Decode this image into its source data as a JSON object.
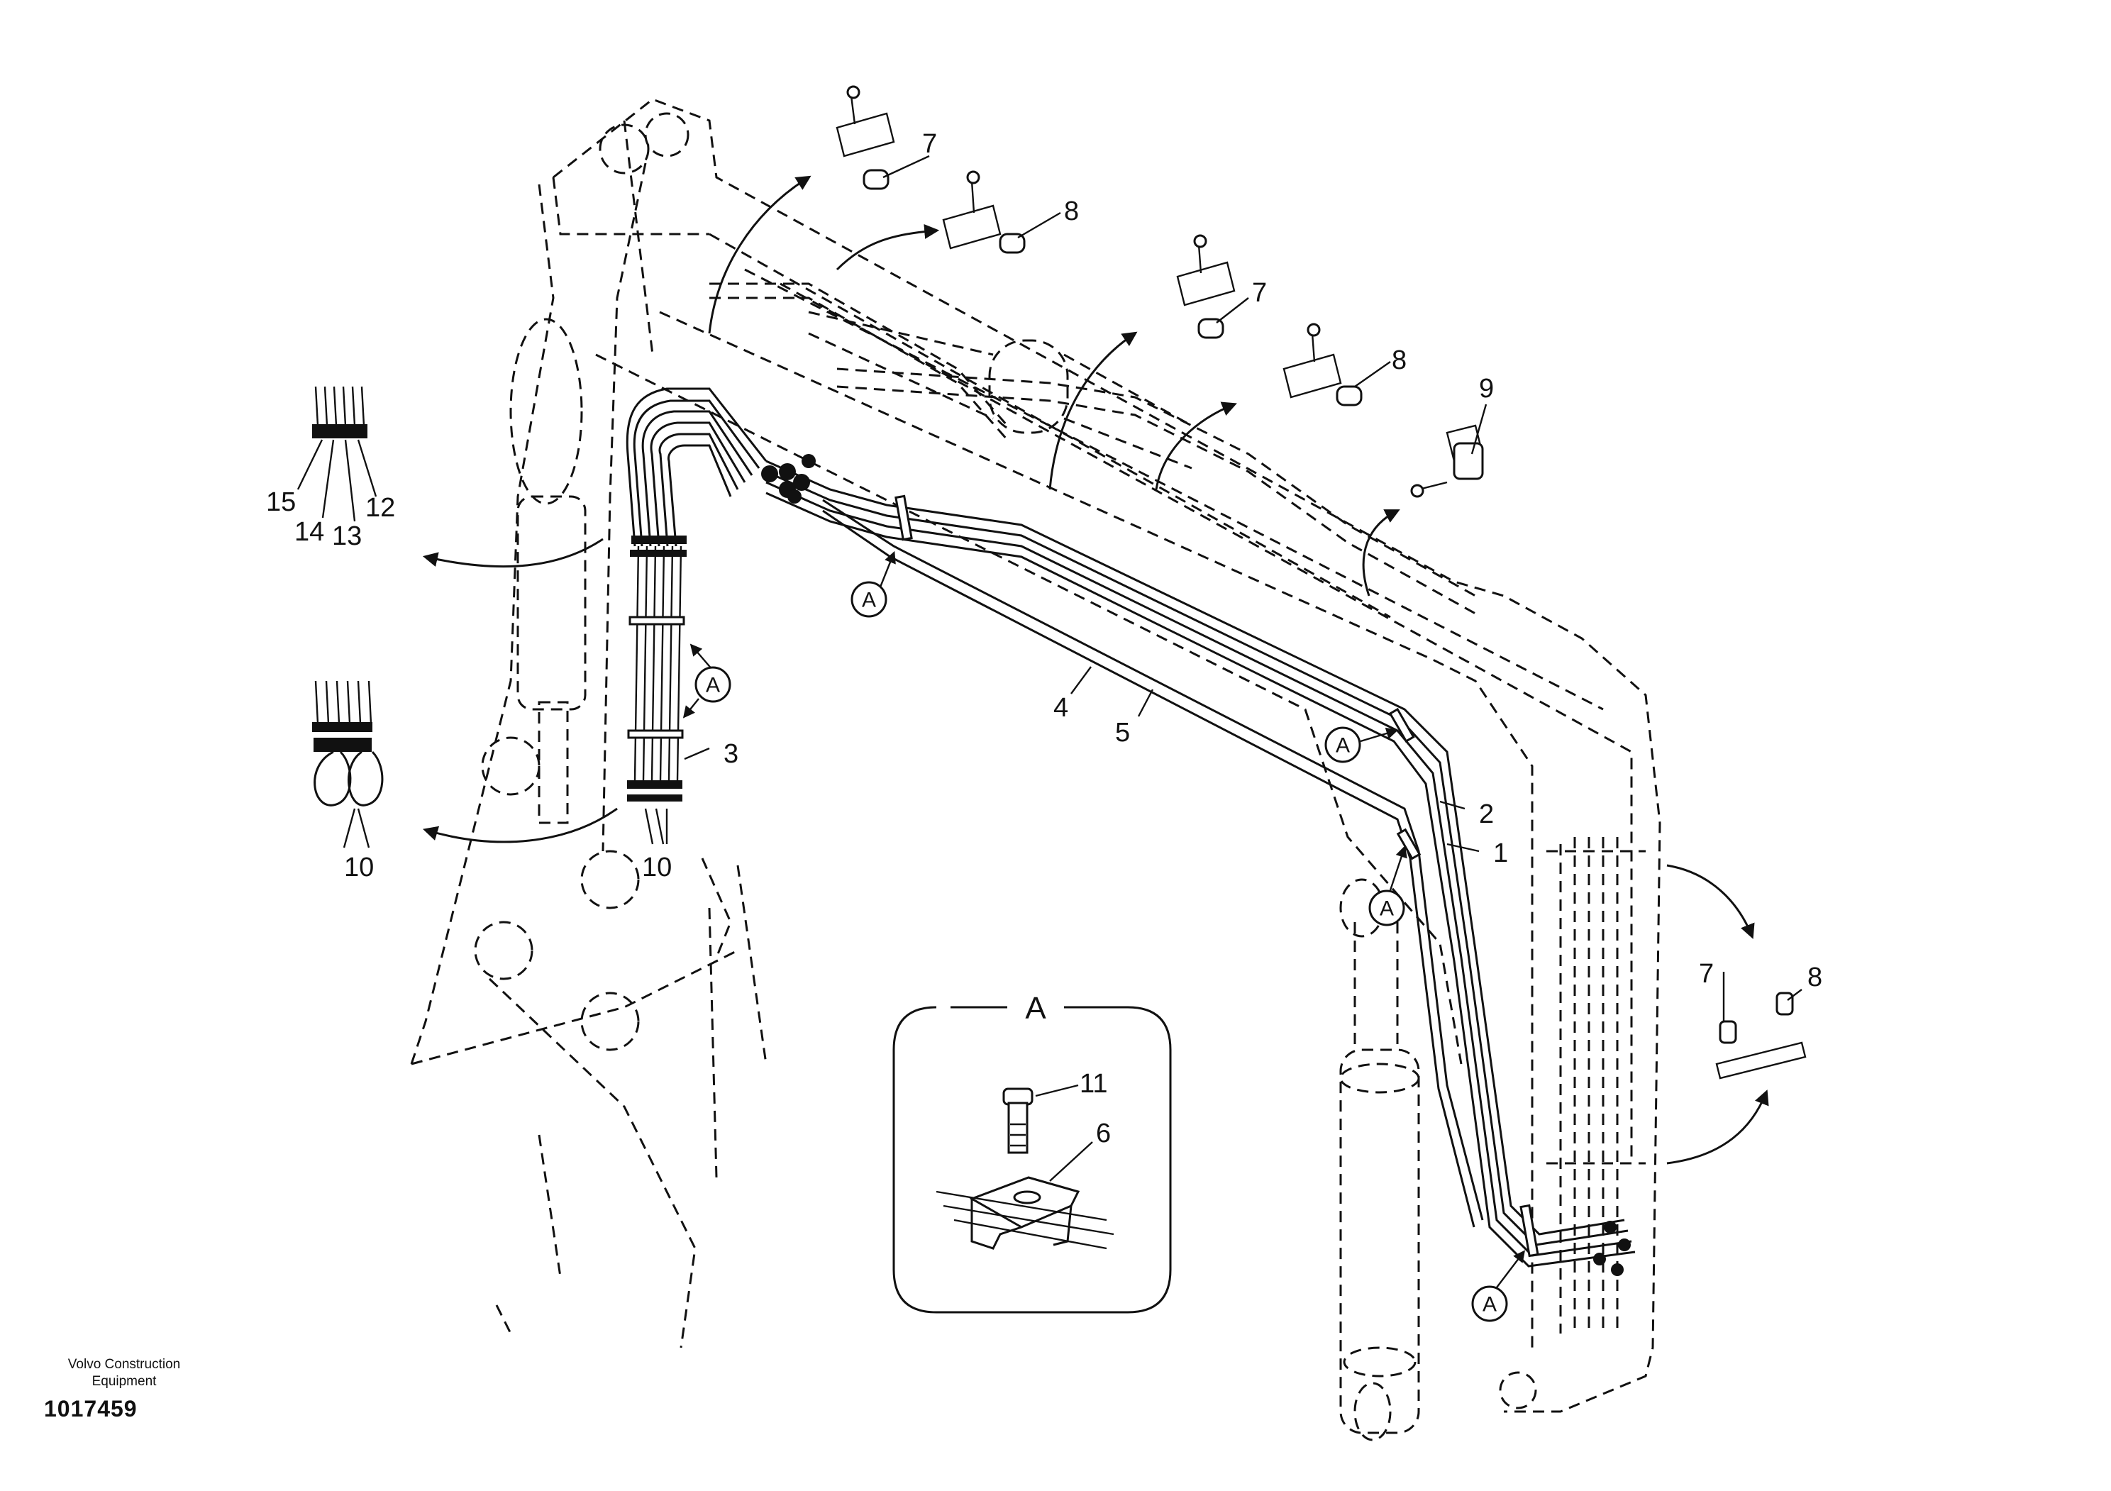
{
  "diagram": {
    "callouts": {
      "c1": "1",
      "c2": "2",
      "c3": "3",
      "c4": "4",
      "c5": "5",
      "c6": "6",
      "c7a": "7",
      "c7b": "7",
      "c7c": "7",
      "c8a": "8",
      "c8b": "8",
      "c8c": "8",
      "c9": "9",
      "c10a": "10",
      "c10b": "10",
      "c11": "11",
      "c12": "12",
      "c13": "13",
      "c14": "14",
      "c15": "15"
    },
    "clamp_marker": "A",
    "detail_view_label": "A"
  },
  "footer": {
    "brand_line1": "Volvo Construction",
    "brand_line2": "Equipment",
    "document_number": "1017459"
  }
}
